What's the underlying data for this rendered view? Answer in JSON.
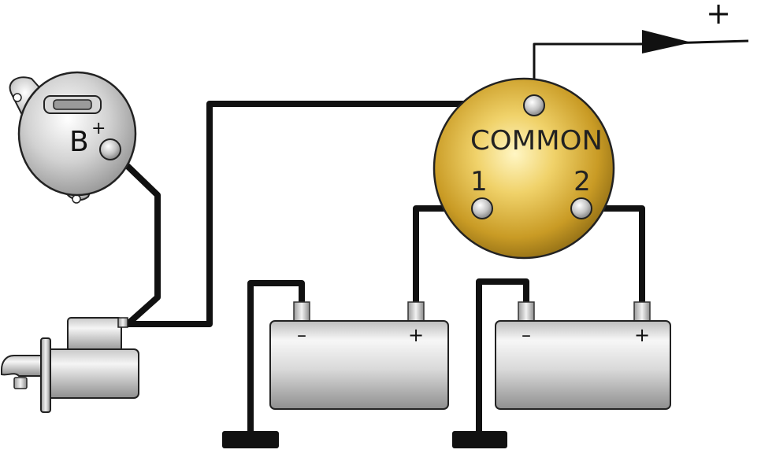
{
  "switch": {
    "common_label": "COMMON",
    "terminal_1_label": "1",
    "terminal_2_label": "2"
  },
  "alternator": {
    "terminal_label": "B",
    "terminal_superscript": "+"
  },
  "output": {
    "label": "+"
  },
  "battery_1": {
    "negative_label": "–",
    "positive_label": "+"
  },
  "battery_2": {
    "negative_label": "–",
    "positive_label": "+"
  },
  "colors": {
    "wire": "#111111",
    "switch_gold": "#d8b441",
    "metal_light": "#f1f1f1",
    "metal_dark": "#8a8a8a"
  }
}
